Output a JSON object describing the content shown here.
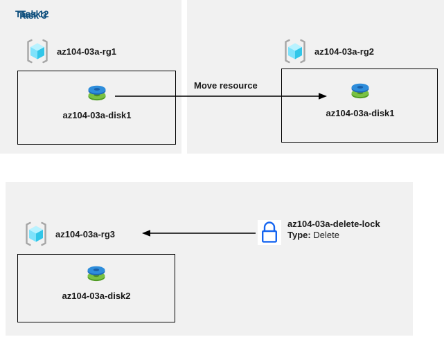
{
  "diagram": {
    "title_color": "#11517f",
    "panel_bg": "#f1f1f1",
    "page_bg": "#ffffff",
    "line_color": "#000000"
  },
  "tasks": [
    {
      "title": "Task 1",
      "resource_group": {
        "label": "az104-03a-rg1",
        "icon": "resource-group-icon"
      },
      "resource": {
        "label": "az104-03a-disk1",
        "icon": "managed-disk-icon"
      }
    },
    {
      "title": "Task 2",
      "resource_group": {
        "label": "az104-03a-rg2",
        "icon": "resource-group-icon"
      },
      "resource": {
        "label": "az104-03a-disk1",
        "icon": "managed-disk-icon"
      }
    },
    {
      "title": "Task 3",
      "resource_group": {
        "label": "az104-03a-rg3",
        "icon": "resource-group-icon"
      },
      "resource": {
        "label": "az104-03a-disk2",
        "icon": "managed-disk-icon"
      }
    }
  ],
  "arrows": {
    "move": {
      "label": "Move resource",
      "direction": "right"
    },
    "lock": {
      "label": "",
      "direction": "left"
    }
  },
  "lock": {
    "icon": "lock-icon",
    "name": "az104-03a-delete-lock",
    "type_key": "Type:",
    "type_value": "Delete",
    "icon_color": "#1565f0"
  }
}
